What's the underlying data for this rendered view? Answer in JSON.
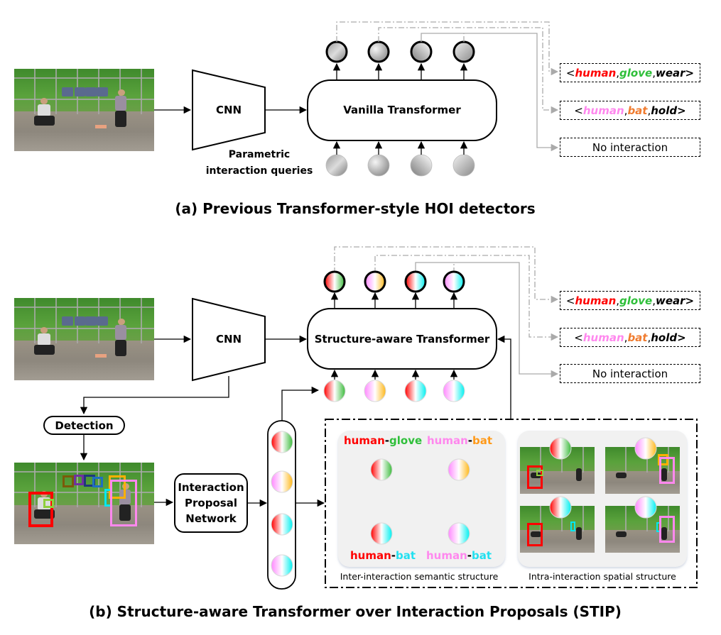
{
  "figure": {
    "part_a": {
      "caption": "(a) Previous Transformer-style HOI detectors",
      "backbone_label": "CNN",
      "transformer_label": "Vanilla Transformer",
      "queries_label_line1": "Parametric",
      "queries_label_line2": "interaction queries",
      "outputs": [
        {
          "open": "<",
          "subject": "human",
          "subject_color": "#ff0000",
          "sep1": ", ",
          "object": "glove",
          "object_color": "#2fbf3a",
          "sep2": ", ",
          "verb": "wear",
          "close": ">"
        },
        {
          "open": "<",
          "subject": "human",
          "subject_color": "#ff88ee",
          "sep1": ", ",
          "object": "bat",
          "object_color": "#f07c30",
          "sep2": ", ",
          "verb": "hold",
          "close": ">"
        },
        {
          "plain": "No interaction"
        }
      ]
    },
    "part_b": {
      "caption": "(b) Structure-aware Transformer over Interaction Proposals (STIP)",
      "backbone_label": "CNN",
      "transformer_label": "Structure-aware Transformer",
      "detection_label": "Detection",
      "ipn_label_line1": "Interaction",
      "ipn_label_line2": "Proposal",
      "ipn_label_line3": "Network",
      "outputs": [
        {
          "open": "<",
          "subject": "human",
          "subject_color": "#ff0000",
          "sep1": ", ",
          "object": "glove",
          "object_color": "#2fbf3a",
          "sep2": ", ",
          "verb": "wear",
          "close": ">"
        },
        {
          "open": "<",
          "subject": "human",
          "subject_color": "#ff88ee",
          "sep1": ", ",
          "object": "bat",
          "object_color": "#f07c30",
          "sep2": ", ",
          "verb": "hold",
          "close": ">"
        },
        {
          "plain": "No interaction"
        }
      ],
      "semantic_structure": {
        "caption": "Inter-interaction semantic structure",
        "nodes": [
          {
            "human": "human",
            "human_color": "#ff0000",
            "dash": "-",
            "object": "glove",
            "object_color": "#2fbf3a"
          },
          {
            "human": "human",
            "human_color": "#ff88ee",
            "dash": "-",
            "object": "bat",
            "object_color": "#ff9a1a"
          },
          {
            "human": "human",
            "human_color": "#ff0000",
            "dash": "-",
            "object": "bat",
            "object_color": "#22e0f0"
          },
          {
            "human": "human",
            "human_color": "#ff88ee",
            "dash": "-",
            "object": "bat",
            "object_color": "#22e0f0"
          }
        ]
      },
      "spatial_structure": {
        "caption": "Intra-interaction spatial structure"
      }
    },
    "proposal_colors": [
      {
        "left": "#ff0000",
        "right": "#3dbb3d"
      },
      {
        "left": "#ff88ff",
        "right": "#ffb81a"
      },
      {
        "left": "#ff0000",
        "right": "#00f0f0"
      },
      {
        "left": "#ff88ff",
        "right": "#00f0f0"
      }
    ],
    "bbox_colors": {
      "catcher": "#ff0000",
      "glove": "#8fce3c",
      "batter": "#ff88ee",
      "bat_top": "#ffb000",
      "bat": "#00e8ef",
      "bystander1": "#7b5a0a",
      "bystander2": "#7030a0",
      "bystander3": "#1f3a7a",
      "bystander4": "#1f6fc0"
    }
  }
}
